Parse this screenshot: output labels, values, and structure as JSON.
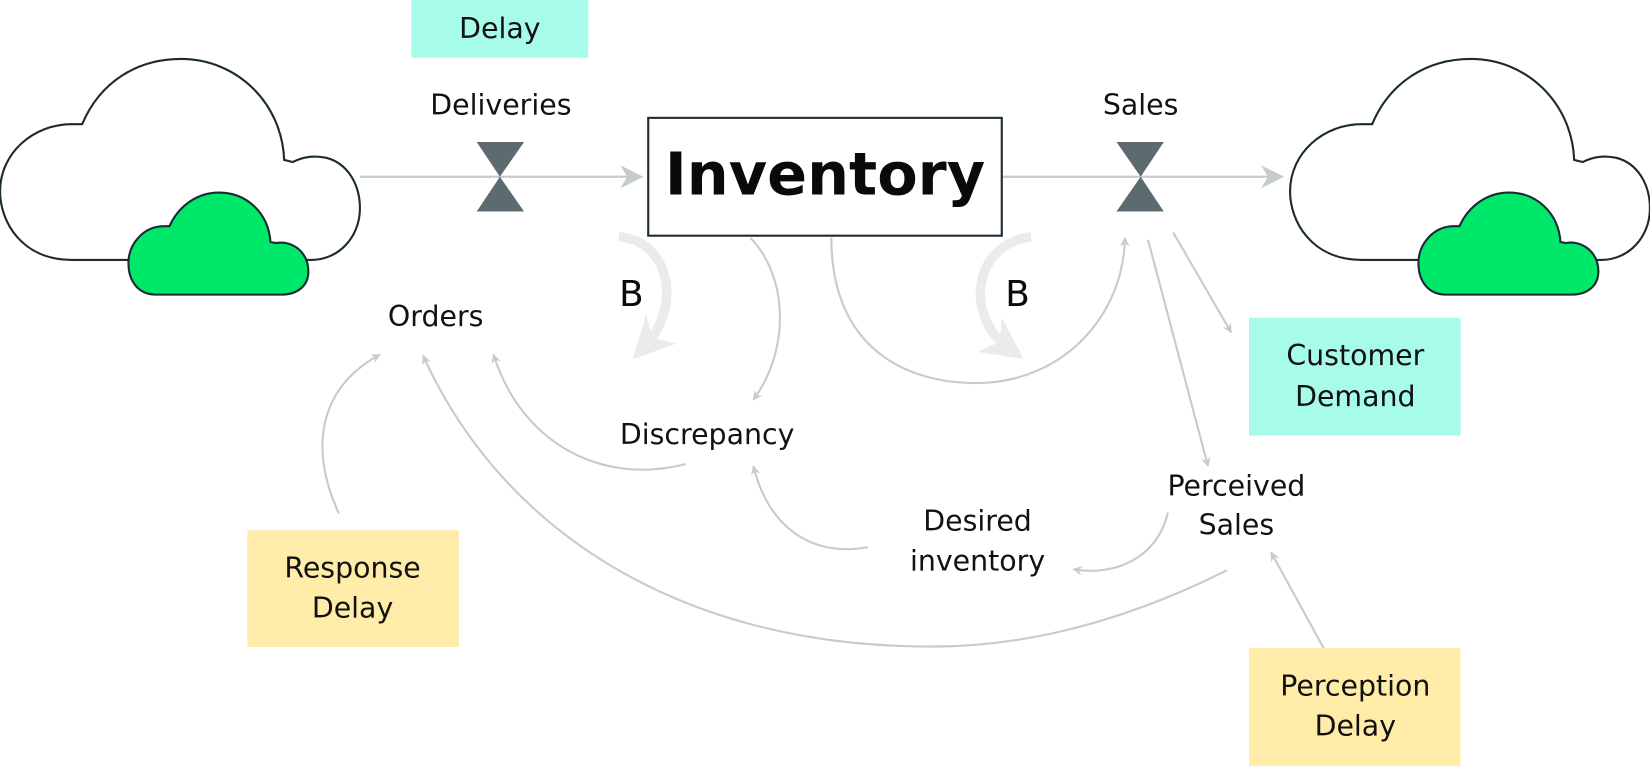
{
  "diagram": {
    "type": "stock-and-flow",
    "colors": {
      "delay_teal": "#a6fbe9",
      "delay_yellow": "#ffeca8",
      "cloud_green": "#00e86a",
      "valve_gray": "#5d6a70",
      "link_gray": "#c6cbcb",
      "loop_marker_gray": "#e9eceb"
    },
    "stock": {
      "label": "Inventory"
    },
    "flows": {
      "inflow": {
        "label": "Deliveries",
        "delay_tag": "Delay"
      },
      "outflow": {
        "label": "Sales"
      }
    },
    "sources_sinks": [
      {
        "name": "source-cloud",
        "icon": "cloud-icon"
      },
      {
        "name": "sink-cloud",
        "icon": "cloud-icon"
      }
    ],
    "variables": {
      "orders": "Orders",
      "discrepancy": "Discrepancy",
      "desired_inventory": [
        "Desired",
        "inventory"
      ],
      "perceived_sales": [
        "Perceived",
        "Sales"
      ]
    },
    "delay_boxes": {
      "customer_demand": [
        "Customer",
        "Demand"
      ],
      "response_delay": [
        "Response",
        "Delay"
      ],
      "perception_delay": [
        "Perception",
        "Delay"
      ]
    },
    "loops": [
      {
        "id": "loop-1",
        "label": "B",
        "polarity": "balancing"
      },
      {
        "id": "loop-2",
        "label": "B",
        "polarity": "balancing"
      }
    ],
    "links": [
      {
        "from": "Inventory",
        "to": "Discrepancy"
      },
      {
        "from": "Discrepancy",
        "to": "Orders"
      },
      {
        "from": "Desired inventory",
        "to": "Discrepancy"
      },
      {
        "from": "Perceived Sales",
        "to": "Desired inventory"
      },
      {
        "from": "Perceived Sales",
        "to": "Orders"
      },
      {
        "from": "Response Delay",
        "to": "Orders"
      },
      {
        "from": "Inventory",
        "to": "Sales"
      },
      {
        "from": "Sales",
        "to": "Perceived Sales"
      },
      {
        "from": "Sales",
        "to": "Customer Demand"
      },
      {
        "from": "Perception Delay",
        "to": "Perceived Sales"
      }
    ]
  }
}
